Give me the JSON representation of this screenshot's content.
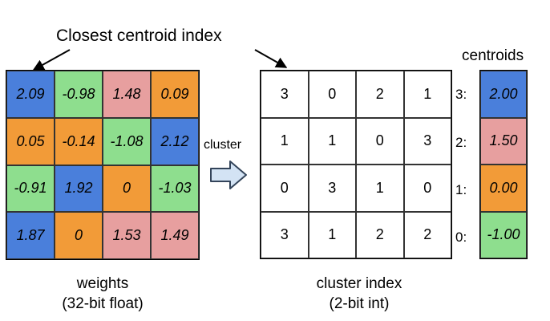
{
  "header": {
    "closest_label": "Closest centroid index"
  },
  "colors": {
    "blue": "#4a7fdb",
    "green": "#8ede8e",
    "pink": "#e79f9f",
    "orange": "#f29b38",
    "arrow_fill": "#d3e3f4",
    "arrow_stroke": "#33445a"
  },
  "weights": {
    "rows": [
      [
        {
          "value": "2.09",
          "color": "blue"
        },
        {
          "value": "-0.98",
          "color": "green"
        },
        {
          "value": "1.48",
          "color": "pink"
        },
        {
          "value": "0.09",
          "color": "orange"
        }
      ],
      [
        {
          "value": "0.05",
          "color": "orange"
        },
        {
          "value": "-0.14",
          "color": "orange"
        },
        {
          "value": "-1.08",
          "color": "green"
        },
        {
          "value": "2.12",
          "color": "blue"
        }
      ],
      [
        {
          "value": "-0.91",
          "color": "green"
        },
        {
          "value": "1.92",
          "color": "blue"
        },
        {
          "value": "0",
          "color": "orange"
        },
        {
          "value": "-1.03",
          "color": "green"
        }
      ],
      [
        {
          "value": "1.87",
          "color": "blue"
        },
        {
          "value": "0",
          "color": "orange"
        },
        {
          "value": "1.53",
          "color": "pink"
        },
        {
          "value": "1.49",
          "color": "pink"
        }
      ]
    ],
    "caption_line1": "weights",
    "caption_line2": "(32-bit float)"
  },
  "cluster_step": {
    "label": "cluster"
  },
  "cluster_index": {
    "rows": [
      [
        "3",
        "0",
        "2",
        "1"
      ],
      [
        "1",
        "1",
        "0",
        "3"
      ],
      [
        "0",
        "3",
        "1",
        "0"
      ],
      [
        "3",
        "1",
        "2",
        "2"
      ]
    ],
    "caption_line1": "cluster index",
    "caption_line2": "(2-bit int)"
  },
  "centroids": {
    "title": "centroids",
    "items": [
      {
        "index_label": "3:",
        "value": "2.00",
        "color": "blue"
      },
      {
        "index_label": "2:",
        "value": "1.50",
        "color": "pink"
      },
      {
        "index_label": "1:",
        "value": "0.00",
        "color": "orange"
      },
      {
        "index_label": "0:",
        "value": "-1.00",
        "color": "green"
      }
    ]
  }
}
